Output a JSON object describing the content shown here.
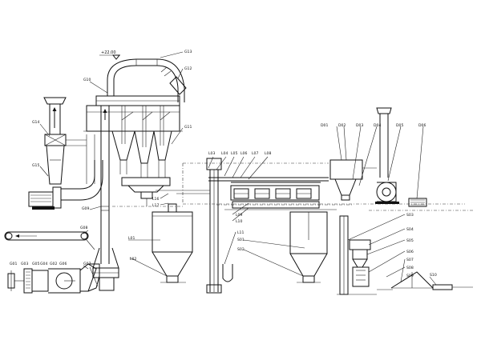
{
  "colors": {
    "line": "#111111",
    "background": "#ffffff"
  },
  "elevation": {
    "text": "+22.00"
  },
  "labels": {
    "G13": "G13",
    "G12": "G12",
    "G10": "G10",
    "G11": "G11",
    "G14": "G14",
    "G15": "G15",
    "G09": "G09",
    "G08": "G08",
    "G07": "G07",
    "G06": "G06",
    "G05": "G05",
    "G04": "G04",
    "G03": "G03",
    "G02": "G02",
    "G01": "G01",
    "L01": "L01",
    "L02": "L02",
    "L03": "L03",
    "L04": "L04",
    "L05": "L05",
    "L06": "L06",
    "L07": "L07",
    "L08": "L08",
    "L09": "L09",
    "L10": "L10",
    "L11": "L11",
    "L16": "L16",
    "L17": "L17",
    "D01": "D01",
    "D02": "D02",
    "D03": "D03",
    "D04": "D04",
    "D05": "D05",
    "D06": "D06",
    "S01": "S01",
    "S02": "S02",
    "S03": "S03",
    "S04": "S04",
    "S05": "S05",
    "S06": "S06",
    "S07": "S07",
    "S08": "S08",
    "S09": "S09",
    "S10": "S10"
  }
}
